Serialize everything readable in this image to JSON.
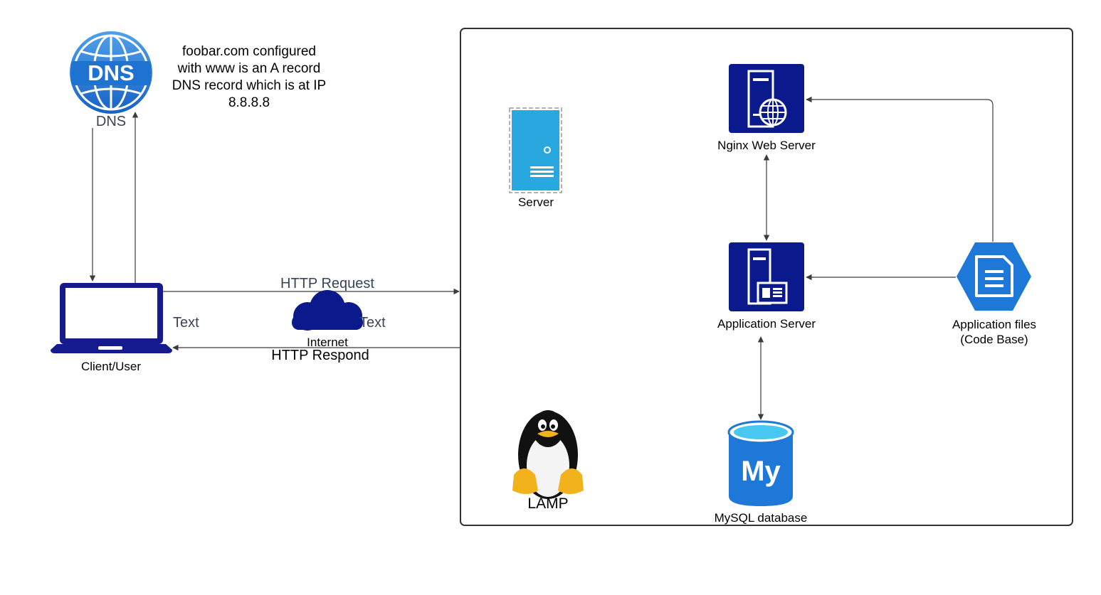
{
  "dns": {
    "label": "DNS",
    "icon_text": "DNS",
    "note_lines": [
      "foobar.com configured",
      "with www is an  A record",
      "DNS record which is at IP",
      "8.8.8.8"
    ]
  },
  "client": {
    "label": "Client/User",
    "text_placeholder": "Text"
  },
  "internet": {
    "label": "Internet",
    "text_placeholder": "Text",
    "request_label": "HTTP Request",
    "respond_label": "HTTP Respond"
  },
  "server_box": {
    "server_label": "Server",
    "nginx_label": "Nginx Web Server",
    "app_server_label": "Application Server",
    "app_files_label_line1": "Application files",
    "app_files_label_line2": "(Code Base)",
    "lamp_label": "LAMP",
    "mysql_label": "MySQL database",
    "mysql_icon_text": "My"
  },
  "icons": {
    "dns": "dns-globe-icon",
    "laptop": "laptop-icon",
    "cloud": "cloud-icon",
    "server": "server-icon",
    "nginx": "web-server-icon",
    "app_server": "application-server-icon",
    "app_files": "document-icon",
    "linux": "tux-penguin-icon",
    "mysql": "mysql-database-icon"
  },
  "colors": {
    "navy": "#0a1a8c",
    "azure": "#1e78d7",
    "server_blue": "#29a8e0",
    "line": "#3c3c3c",
    "mysql_top": "#48c8f0"
  }
}
